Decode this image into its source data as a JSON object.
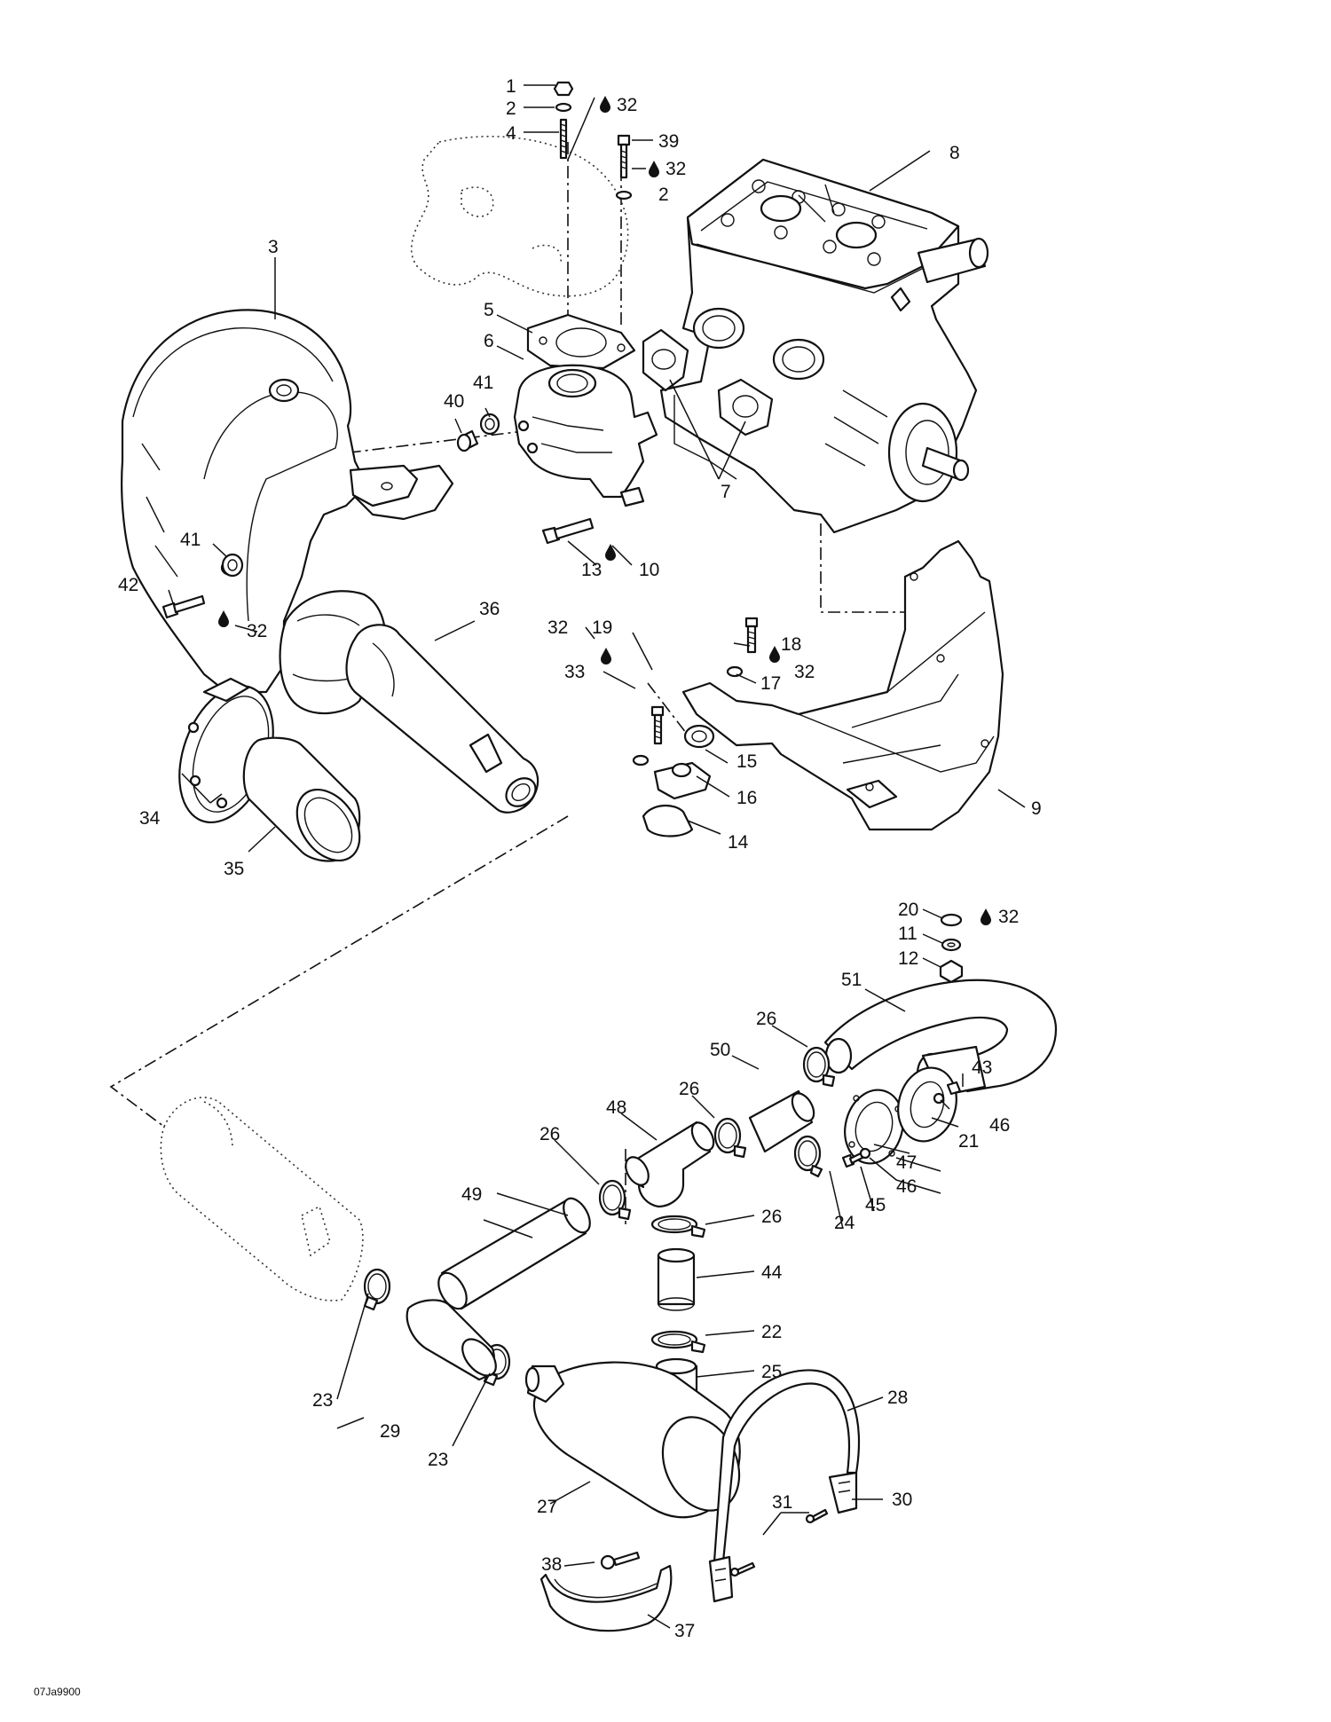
{
  "figure_ref": "07Ja9900",
  "callouts": [
    "1",
    "2",
    "3",
    "4",
    "5",
    "6",
    "7",
    "8",
    "9",
    "10",
    "11",
    "12",
    "13",
    "14",
    "15",
    "16",
    "17",
    "18",
    "19",
    "20",
    "21",
    "22",
    "23",
    "24",
    "25",
    "26",
    "27",
    "28",
    "29",
    "30",
    "31",
    "32",
    "33",
    "34",
    "35",
    "36",
    "37",
    "38",
    "39",
    "40",
    "41",
    "42",
    "43",
    "44",
    "45",
    "46",
    "47",
    "48",
    "49",
    "50",
    "51"
  ],
  "sealant_ref": "32",
  "icons": {
    "sealant": "drop-icon"
  },
  "colors": {
    "ink": "#111111",
    "background": "#ffffff"
  }
}
